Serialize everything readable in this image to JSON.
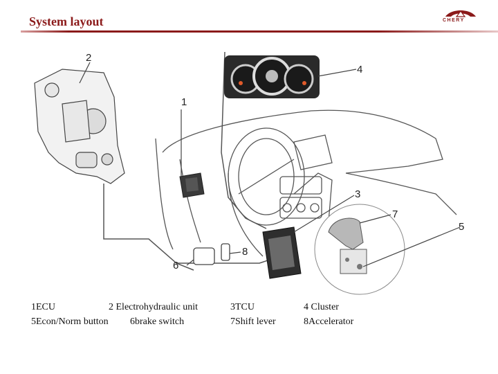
{
  "slide": {
    "title": "System layout",
    "logo_text": "CHERY"
  },
  "diagram": {
    "callouts": [
      "1",
      "2",
      "3",
      "4",
      "5",
      "6",
      "7",
      "8"
    ]
  },
  "legend": {
    "row1": [
      "1ECU",
      "2  Electrohydraulic  unit",
      "3TCU",
      "4 Cluster"
    ],
    "row2": [
      "5Econ/Norm button",
      "6brake switch",
      "7Shift lever",
      "8Accelerator"
    ]
  },
  "colors": {
    "title": "#8b1a1a",
    "rule": "#8b1a1a",
    "line_art": "#444444"
  }
}
